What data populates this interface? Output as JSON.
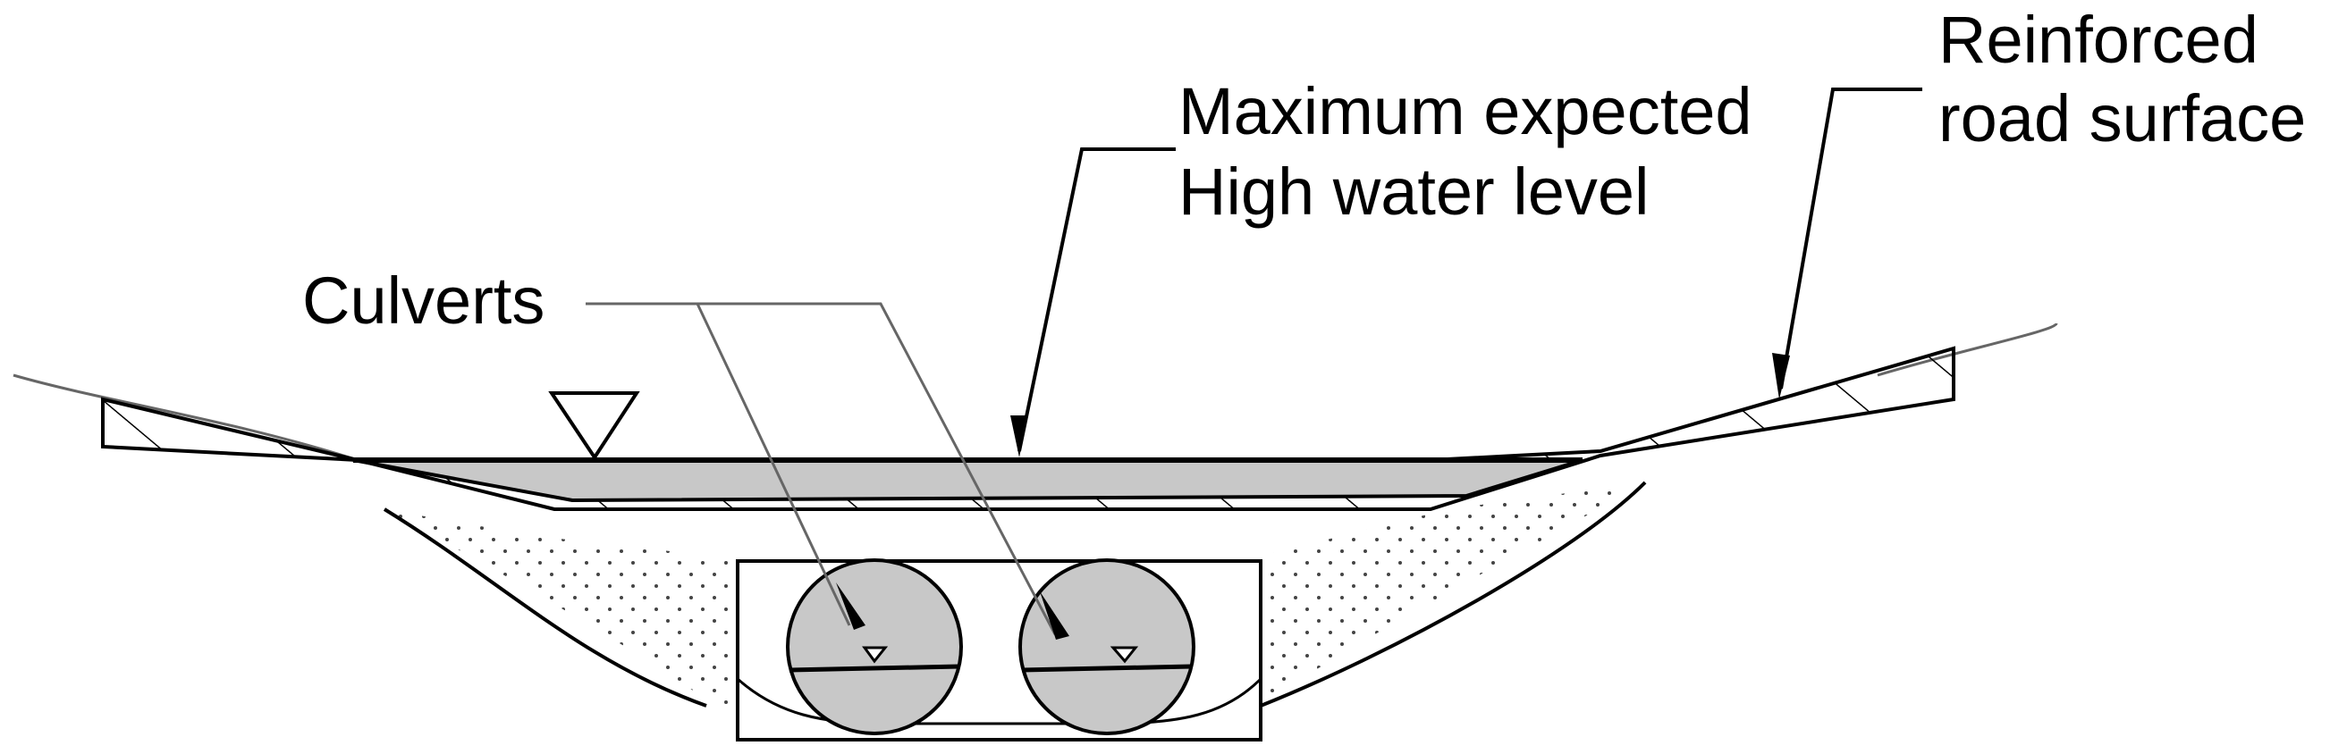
{
  "labels": {
    "culverts": "Culverts",
    "water_level_line1": "Maximum expected",
    "water_level_line2": "High water level",
    "road_line1": "Reinforced",
    "road_line2": "road surface"
  },
  "colors": {
    "water": "#c8c8c8",
    "culvert_fill": "#c8c8c8",
    "outline": "#000000",
    "leader": "#666666"
  },
  "icons": [
    "water-level-triangle-icon"
  ]
}
